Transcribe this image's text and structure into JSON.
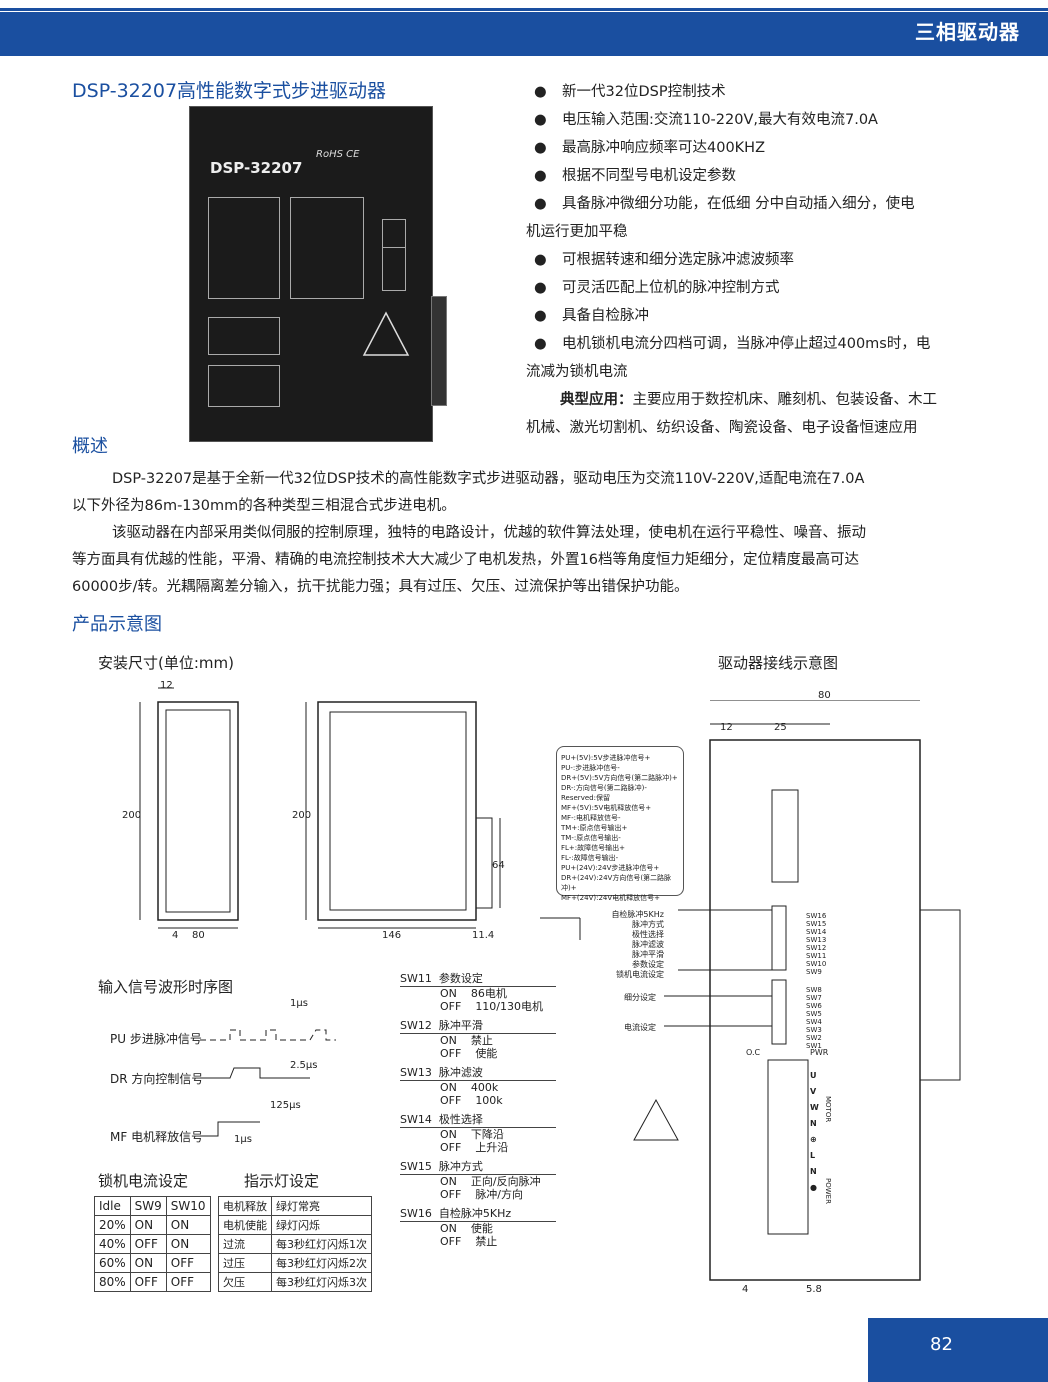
{
  "header": {
    "title": "三相驱动器"
  },
  "product": {
    "title": "DSP-32207高性能数字式步进驱动器",
    "device_label": "DSP-32207",
    "device_cert": "RoHS CE",
    "features": [
      "新一代32位DSP控制技术",
      "电压输入范围:交流110-220V,最大有效电流7.0A",
      "最高脉冲响应频率可达400KHZ",
      "根据不同型号电机设定参数",
      "具备脉冲微细分功能，在低细 分中自动插入细分，使电",
      "机运行更加平稳",
      "可根据转速和细分选定脉冲滤波频率",
      "可灵活匹配上位机的脉冲控制方式",
      "具备自检脉冲",
      "电机锁机电流分四档可调，当脉冲停止超过400ms时，电",
      "流减为锁机电流"
    ],
    "application_label": "典型应用：",
    "application_text1": "主要应用于数控机床、雕刻机、包装设备、木工",
    "application_text2": "机械、激光切割机、纺织设备、陶瓷设备、电子设备恒速应用"
  },
  "overview": {
    "title": "概述",
    "p1a": "DSP-32207是基于全新一代32位DSP技术的高性能数字式步进驱动器，驱动电压为交流110V-220V,适配电流在7.0A",
    "p1b": "以下外径为86m-130mm的各种类型三相混合式步进电机。",
    "p2a": "该驱动器在内部采用类似伺服的控制原理，独特的电路设计，优越的软件算法处理，使电机在运行平稳性、噪音、振动",
    "p2b": "等方面具有优越的性能，平滑、精确的电流控制技术大大减少了电机发热，外置16档等角度恒力矩细分，定位精度最高可达",
    "p2c": "60000步/转。光耦隔离差分输入，抗干扰能力强；具有过压、欠压、过流保护等出错保护功能。"
  },
  "diagram": {
    "title": "产品示意图",
    "install_title": "安装尺寸(单位:mm)",
    "wiring_title": "驱动器接线示意图",
    "dims": {
      "d12": "12",
      "d200a": "200",
      "d200b": "200",
      "d4": "4",
      "d80": "80",
      "d146": "146",
      "d11_4": "11.4",
      "d64": "64",
      "w80": "80",
      "w12": "12",
      "w25": "25",
      "w4": "4",
      "w5_8": "5.8"
    }
  },
  "timing": {
    "title": "输入信号波形时序图",
    "pu": "PU 步进脉冲信号",
    "dr": "DR 方向控制信号",
    "mf": "MF 电机释放信号",
    "t1": "1μs",
    "t2": "2.5μs",
    "t3": "125μs"
  },
  "lock_current": {
    "title": "锁机电流设定",
    "header": [
      "Idle",
      "SW9",
      "SW10"
    ],
    "rows": [
      [
        "20%",
        "ON",
        "ON"
      ],
      [
        "40%",
        "OFF",
        "ON"
      ],
      [
        "60%",
        "ON",
        "OFF"
      ],
      [
        "80%",
        "OFF",
        "OFF"
      ]
    ]
  },
  "indicator": {
    "title": "指示灯设定",
    "rows": [
      [
        "电机释放",
        "绿灯常亮"
      ],
      [
        "电机使能",
        "绿灯闪烁"
      ],
      [
        "过流",
        "每3秒红灯闪烁1次"
      ],
      [
        "过压",
        "每3秒红灯闪烁2次"
      ],
      [
        "欠压",
        "每3秒红灯闪烁3次"
      ]
    ]
  },
  "switches": [
    {
      "name": "SW11",
      "desc": "参数设定",
      "on": "86电机",
      "off": "110/130电机"
    },
    {
      "name": "SW12",
      "desc": "脉冲平滑",
      "on": "禁止",
      "off": "使能"
    },
    {
      "name": "SW13",
      "desc": "脉冲滤波",
      "on": "400k",
      "off": "100k"
    },
    {
      "name": "SW14",
      "desc": "极性选择",
      "on": "下降沿",
      "off": "上升沿"
    },
    {
      "name": "SW15",
      "desc": "脉冲方式",
      "on": "正向/反向脉冲",
      "off": "脉冲/方向"
    },
    {
      "name": "SW16",
      "desc": "自检脉冲5KHz",
      "on": "使能",
      "off": "禁止"
    }
  ],
  "on_label": "ON",
  "off_label": "OFF",
  "legend": [
    "PU+(5V):5V步进脉冲信号+",
    "PU-:步进脉冲信号-",
    "DR+(5V):5V方向信号(第二路脉冲)+",
    "DR-:方向信号(第二路脉冲)-",
    "Reserved:保留",
    "MF+(5V):5V电机释放信号+",
    "MF-:电机释放信号-",
    "TM+:原点信号输出+",
    "TM-:原点信号输出-",
    "FL+:故障信号输出+",
    "FL-:故障信号输出-",
    "PU+(24V):24V步进脉冲信号+",
    "DR+(24V):24V方向信号(第二路脉冲)+",
    "MF+(24V):24V电机释放信号+"
  ],
  "wiring_labels": {
    "left": [
      "自检脉冲5KHz",
      "脉冲方式",
      "极性选择",
      "脉冲滤波",
      "脉冲平滑",
      "参数设定",
      "锁机电流设定"
    ],
    "sub": "细分设定",
    "cur": "电流设定",
    "sw_list": [
      "SW16",
      "SW15",
      "SW14",
      "SW13",
      "SW12",
      "SW11",
      "SW10",
      "SW9",
      "SW8",
      "SW7",
      "SW6",
      "SW5",
      "SW4",
      "SW3",
      "SW2",
      "SW1"
    ],
    "oc": "O.C",
    "pwr": "PWR",
    "motor": "MOTOR",
    "power": "POWER",
    "terms": [
      "U",
      "V",
      "W",
      "N",
      "⊕",
      "L",
      "N",
      "●"
    ]
  },
  "page_number": "82"
}
